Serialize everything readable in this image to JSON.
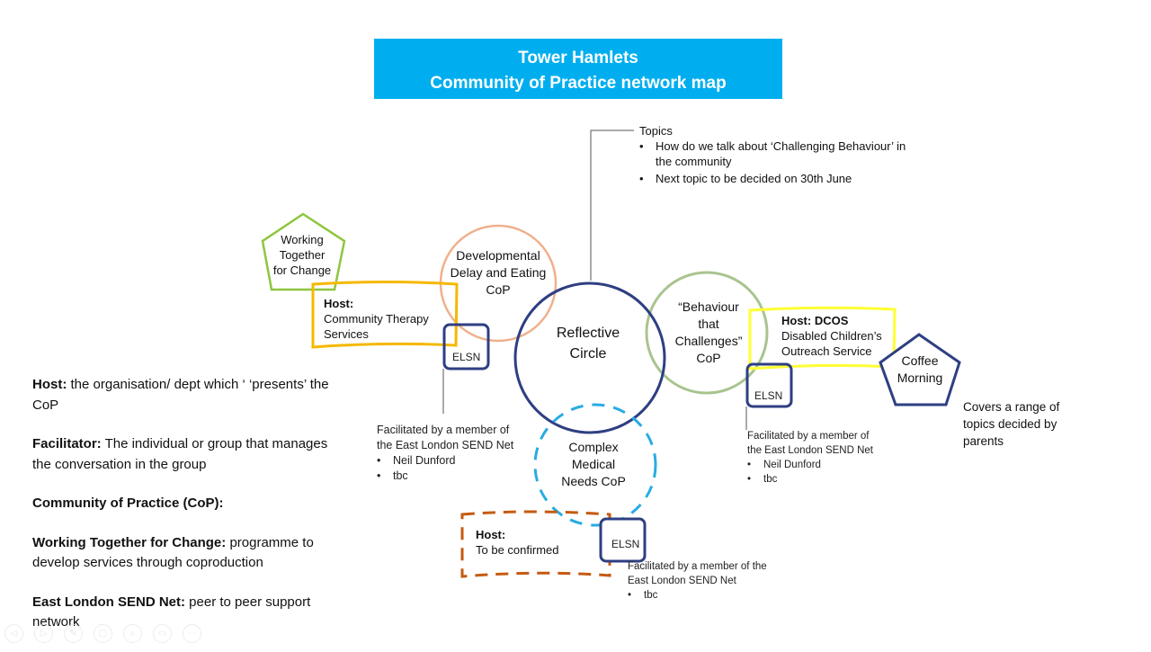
{
  "title": {
    "line1": "Tower Hamlets",
    "line2": "Community of Practice network map"
  },
  "topics": {
    "heading": "Topics",
    "items": [
      "How do we talk about ‘Challenging Behaviour’ in the community",
      "Next topic to be decided on 30th June"
    ]
  },
  "nodes": {
    "working_together": "Working Together for Change",
    "dev_delay": "Developmental Delay and Eating CoP",
    "reflective": "Reflective Circle",
    "behaviour": "“Behaviour that Challenges” CoP",
    "complex": "Complex Medical Needs CoP",
    "coffee": "Coffee Morning",
    "elsn": "ELSN"
  },
  "hosts": {
    "community": {
      "label": "Host:",
      "name": "Community Therapy Services"
    },
    "dcos": {
      "label": "Host: DCOS",
      "name": "Disabled Children’s Outreach Service"
    },
    "tbc": {
      "label": "Host:",
      "name": "To be confirmed"
    }
  },
  "facilitation": {
    "left": {
      "text": "Facilitated by a member of the East London SEND Net",
      "items": [
        "Neil Dunford",
        "tbc"
      ]
    },
    "right": {
      "text": "Facilitated by a member of the East London SEND Net",
      "items": [
        "Neil Dunford",
        "tbc"
      ]
    },
    "bottom": {
      "text": "Facilitated by a member of the East London SEND Net",
      "items": [
        "tbc"
      ]
    }
  },
  "coffee_note": "Covers a range of topics decided by parents",
  "legend": [
    {
      "term": "Host:",
      "desc": " the organisation/ dept which ‘ ‘presents’ the CoP"
    },
    {
      "term": "Facilitator:",
      "desc": " The individual or group that manages the conversation in the group"
    },
    {
      "term": "Community of Practice (CoP):",
      "desc": ""
    },
    {
      "term": "Working Together for Change:",
      "desc": " programme to develop services through coproduction"
    },
    {
      "term": "East London SEND Net:",
      "desc": " peer to peer support network"
    }
  ],
  "colors": {
    "title_bg": "#00aeef",
    "navy": "#2e3f82",
    "orange_circle": "#f0b08c",
    "green": "#8dc63f",
    "sage": "#a9c48f",
    "amber": "#f5b800",
    "yellow": "#ffff33",
    "cyan_dashed": "#29abe2",
    "brown_dashed": "#c55a11"
  },
  "slideshow_controls": [
    "previous-icon",
    "next-icon",
    "pen-icon",
    "slides-icon",
    "zoom-icon",
    "subtitles-icon",
    "more-icon"
  ]
}
